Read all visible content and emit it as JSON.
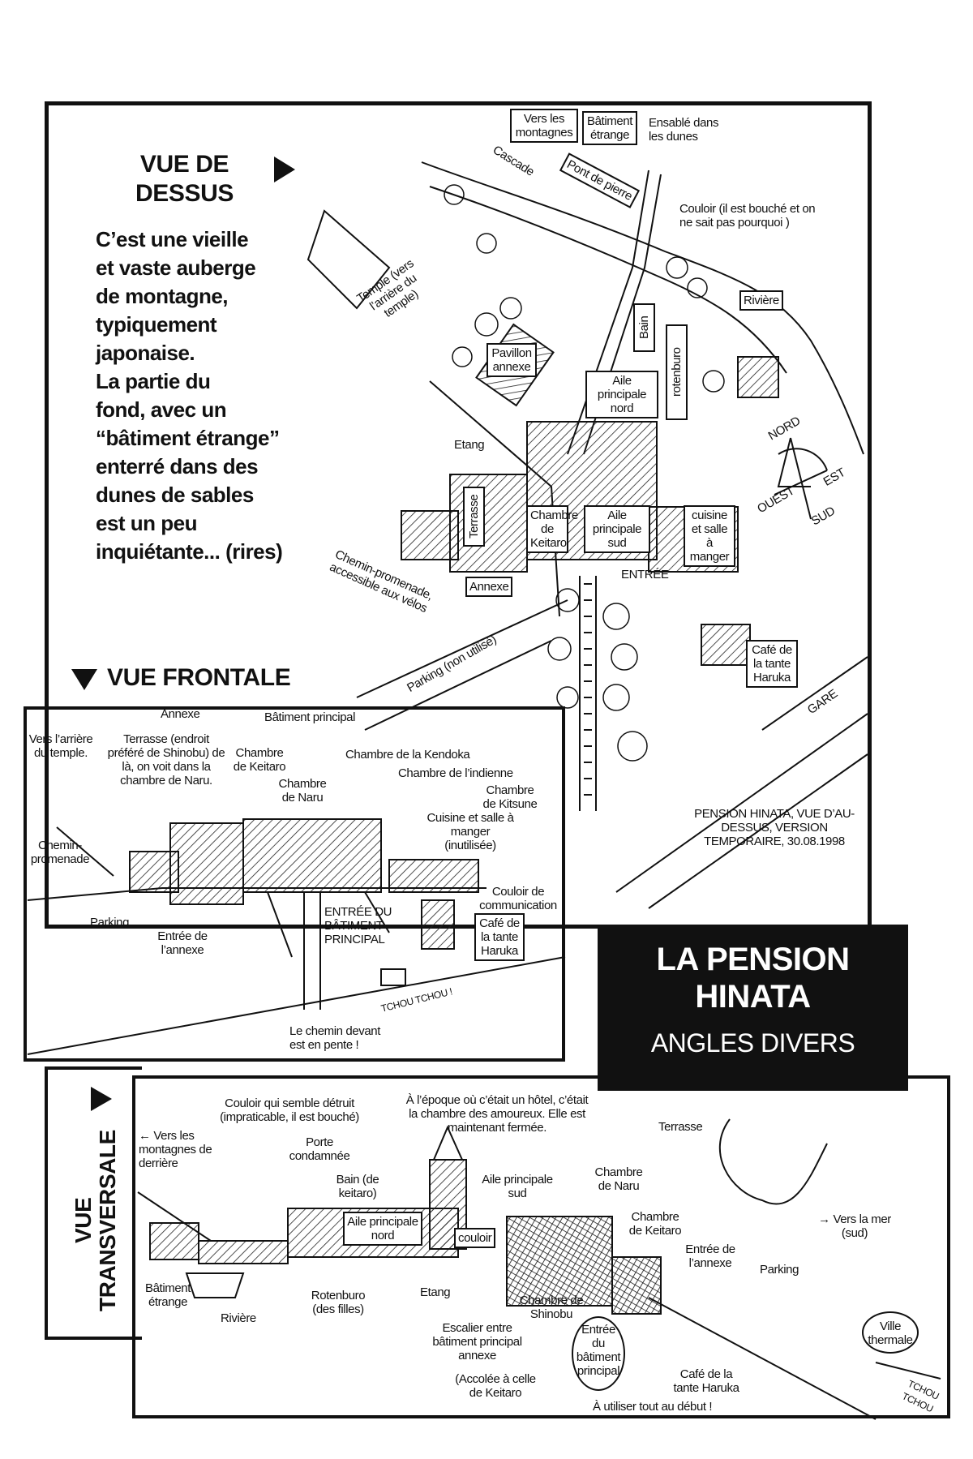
{
  "top_view": {
    "heading": "VUE DE DESSUS",
    "description_lines": [
      "C’est une vieille",
      "et vaste auberge",
      "de montagne,",
      "typiquement",
      "japonaise.",
      "La partie du",
      "fond, avec un",
      "“bâtiment étrange”",
      "enterré dans des",
      "dunes de sables",
      "est un peu",
      "inquiétante... (rires)"
    ],
    "map_labels": {
      "vers_montagnes": "Vers les montagnes",
      "batiment_etrange": "Bâtiment étrange",
      "ensable": "Ensablé dans les dunes",
      "cascade": "Cascade",
      "pont": "Pont de pierre",
      "couloir": "Couloir (il est bouché et on ne sait pas pourquoi )",
      "riviere": "Rivière",
      "temple": "Temple (vers l’arrière du temple)",
      "bain": "Bain",
      "pavillon": "Pavillon annexe",
      "aile_nord": "Aile principale nord",
      "rotenburo": "rotenburo",
      "etang": "Etang",
      "terrasse": "Terrasse",
      "chambre_keitaro": "Chambre de Keitaro",
      "aile_sud": "Aile principale sud",
      "cuisine": "cuisine et salle à manger",
      "entree": "ENTRÉE",
      "annexe": "Annexe",
      "chemin": "Chemin-promenade, accessible aux vélos",
      "parking": "Parking (non utilisé)",
      "cafe": "Café de la tante Haruka",
      "gare": "GARE",
      "caption": "PENSION HINATA, VUE D’AU-DESSUS, VERSION TEMPORAIRE, 30.08.1998"
    },
    "compass": {
      "nord": "NORD",
      "est": "EST",
      "sud": "SUD",
      "ouest": "OUEST"
    }
  },
  "front_view": {
    "heading": "VUE FRONTALE",
    "labels": {
      "annexe": "Annexe",
      "batiment_principal": "Bâtiment principal",
      "vers_temple": "Vers l’arrière du temple.",
      "terrasse": "Terrasse (endroit préféré de Shinobu) de là, on voit dans la chambre de Naru.",
      "chambre_keitaro": "Chambre de Keitaro",
      "kendoka": "Chambre de la Kendoka",
      "indienne": "Chambre de l’indienne",
      "naru": "Chambre de Naru",
      "kitsune": "Chambre de Kitsune",
      "cuisine": "Cuisine et salle à manger (inutilisée)",
      "chemin": "Chemin-promenade",
      "couloir": "Couloir de communication",
      "parking": "Parking",
      "entree_principal": "ENTRÉE DU BÂTIMENT PRINCIPAL",
      "cafe": "Café de la tante Haruka",
      "entree_annexe": "Entrée de l’annexe",
      "tchou": "TCHOU TCHOU !",
      "chemin_pente": "Le chemin devant est en pente !"
    }
  },
  "title_block": {
    "title": "LA PENSION HINATA",
    "subtitle": "ANGLES DIVERS"
  },
  "cross_view": {
    "heading": "VUE TRANSVERSALE",
    "labels": {
      "couloir_detruit": "Couloir qui semble détruit (impraticable, il est bouché)",
      "epoque": "À l’époque où c’était un hôtel, c’était la chambre des amoureux. Elle est maintenant fermée.",
      "terrasse": "Terrasse",
      "vers_montagnes": "← Vers les montagnes de derrière",
      "porte": "Porte condamnée",
      "bain": "Bain (de keitaro)",
      "aile_sud": "Aile principale sud",
      "naru": "Chambre de Naru",
      "aile_nord": "Aile principale nord",
      "couloir": "couloir",
      "keitaro": "Chambre de Keitaro",
      "vers_mer": "→ Vers la mer (sud)",
      "entree_annexe": "Entrée de l’annexe",
      "parking": "Parking",
      "batiment_etrange": "Bâtiment étrange",
      "rotenburo": "Rotenburo (des filles)",
      "etang": "Etang",
      "shinobu": "Chambre de Shinobu",
      "riviere": "Rivière",
      "escalier": "Escalier entre bâtiment principal annexe",
      "entree_principal": "Entrée du bâtiment principal",
      "ville": "Ville thermale",
      "accolee": "(Accolée à celle de Keitaro",
      "cafe": "Café de la tante Haruka",
      "utiliser": "À utiliser tout au début !",
      "tchou": "TCHOU TCHOU"
    }
  }
}
